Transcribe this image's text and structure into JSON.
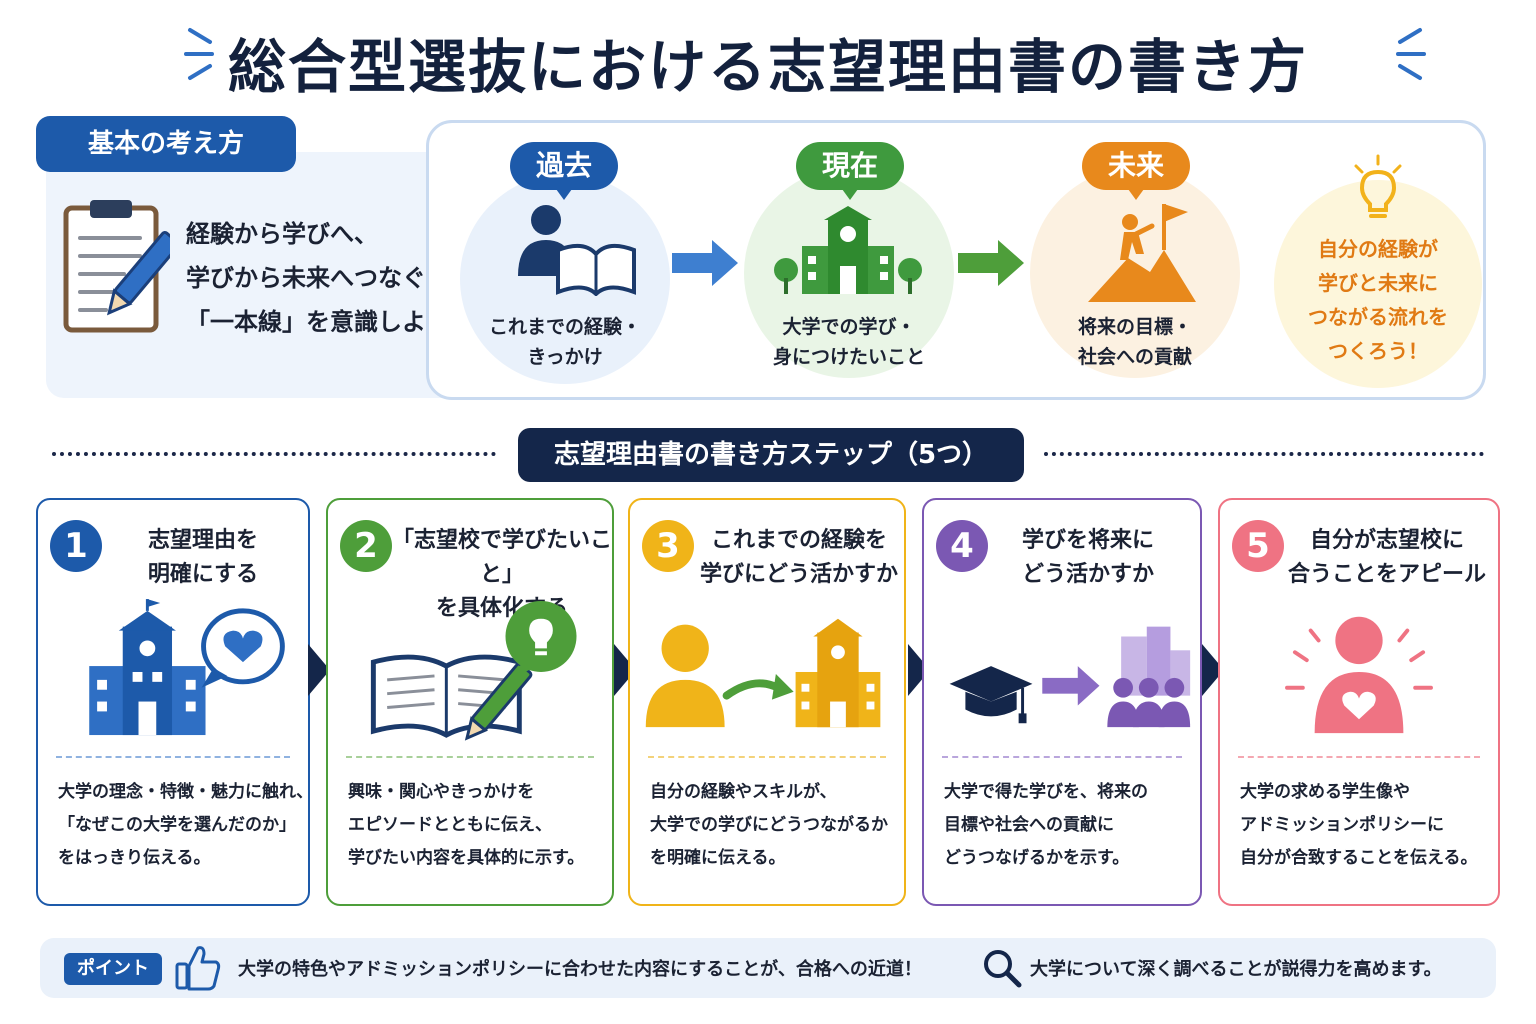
{
  "title": "総合型選抜における志望理由書の書き方",
  "basic": {
    "tab_label": "基本の考え方",
    "lines": [
      "経験から学びへ、",
      "学びから未来へつなぐ",
      "「一本線」を意識しよう！"
    ]
  },
  "timeline": {
    "past": {
      "label": "過去",
      "caption": [
        "これまでの経験・",
        "きっかけ"
      ]
    },
    "now": {
      "label": "現在",
      "caption": [
        "大学での学び・",
        "身につけたいこと"
      ]
    },
    "future": {
      "label": "未来",
      "caption": [
        "将来の目標・",
        "社会への貢献"
      ]
    },
    "bulb_text": [
      "自分の経験が",
      "学びと未来に",
      "つながる流れを",
      "つくろう！"
    ]
  },
  "steps_header": "志望理由書の書き方ステップ（5つ）",
  "steps": [
    {
      "num": "1",
      "title": [
        "志望理由を",
        "明確にする"
      ],
      "desc": [
        "大学の理念・特徴・魅力に触れ、",
        "「なぜこの大学を選んだのか」",
        "をはっきり伝える。"
      ],
      "color": "#1d5aaa"
    },
    {
      "num": "2",
      "title": [
        "「志望校で学びたいこと」",
        "を具体化する"
      ],
      "desc": [
        "興味・関心やきっかけを",
        "エピソードとともに伝え、",
        "学びたい内容を具体的に示す。"
      ],
      "color": "#4e9e3a"
    },
    {
      "num": "3",
      "title": [
        "これまでの経験を",
        "学びにどう活かすか"
      ],
      "desc": [
        "自分の経験やスキルが、",
        "大学での学びにどうつながるか",
        "を明確に伝える。"
      ],
      "color": "#f0b419"
    },
    {
      "num": "4",
      "title": [
        "学びを将来に",
        "どう活かすか"
      ],
      "desc": [
        "大学で得た学びを、将来の",
        "目標や社会への貢献に",
        "どうつなげるかを示す。"
      ],
      "color": "#7b58b3"
    },
    {
      "num": "5",
      "title": [
        "自分が志望校に",
        "合うことをアピール"
      ],
      "desc": [
        "大学の求める学生像や",
        "アドミッションポリシーに",
        "自分が合致することを伝える。"
      ],
      "color": "#ef7383"
    }
  ],
  "footer": {
    "point_label": "ポイント",
    "text1": "大学の特色やアドミッションポリシーに合わせた内容にすることが、合格への近道！",
    "text2": "大学について深く調べることが説得力を高めます。"
  },
  "icons": {
    "clipboard": "clipboard-pencil-icon",
    "past": "person-reading-book-icon",
    "now": "university-building-icon",
    "future": "person-climbing-flag-icon",
    "bulb": "lightbulb-icon",
    "thumb": "thumbs-up-icon",
    "search": "magnifier-icon"
  }
}
